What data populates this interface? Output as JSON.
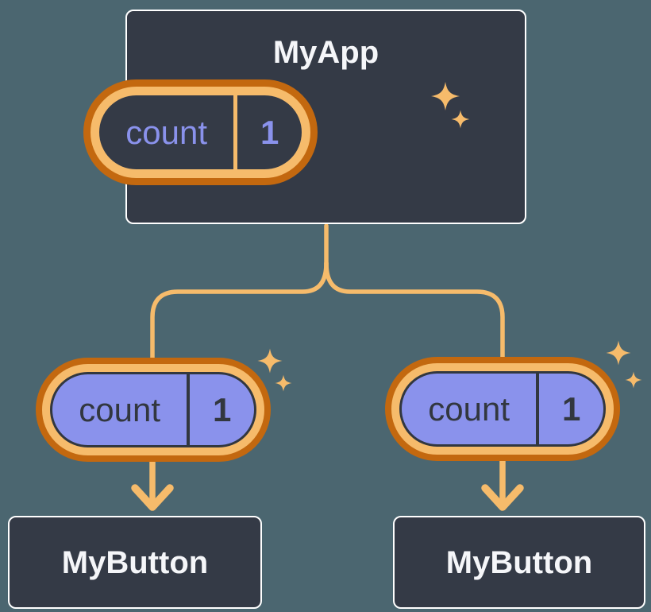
{
  "tree": {
    "root": {
      "title": "MyApp",
      "state": {
        "name": "count",
        "value": "1"
      }
    },
    "children": [
      {
        "title": "MyButton",
        "prop": {
          "name": "count",
          "value": "1"
        }
      },
      {
        "title": "MyButton",
        "prop": {
          "name": "count",
          "value": "1"
        }
      }
    ]
  },
  "colors": {
    "background": "#4B6670",
    "panel": "#343A46",
    "panel_border": "#FFFFFF",
    "orange": "#C3680F",
    "orange_light": "#F6BB6B",
    "purple": "#8A92EC",
    "ink": "#32373F",
    "text_light": "#F5F6F9"
  }
}
